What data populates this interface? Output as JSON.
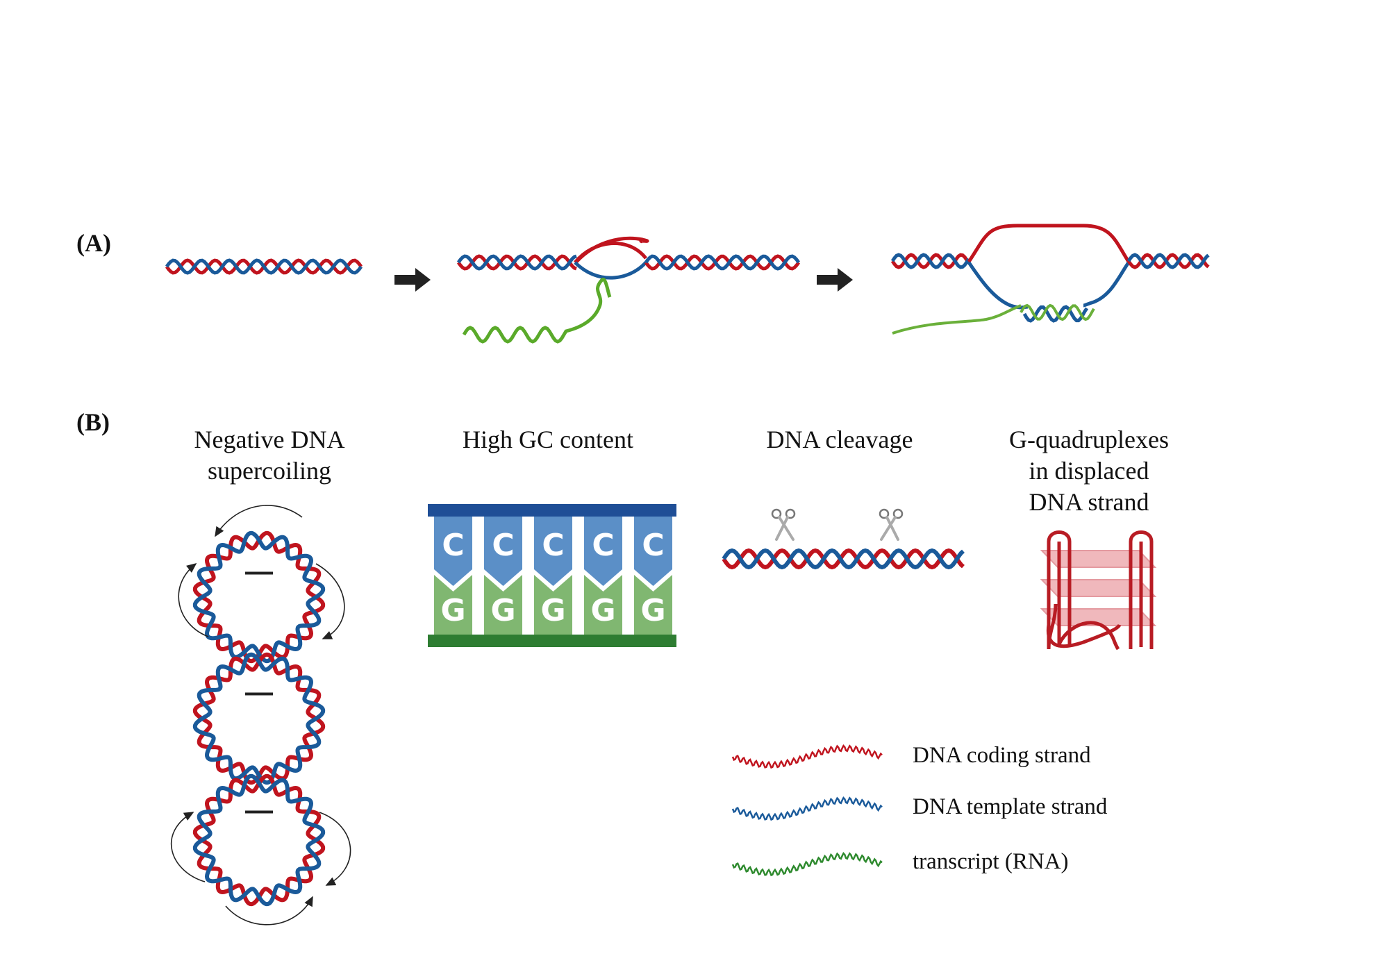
{
  "panels": {
    "a": {
      "label": "(A)"
    },
    "b": {
      "label": "(B)"
    }
  },
  "titles": {
    "supercoiling": {
      "line1": "Negative DNA",
      "line2": "supercoiling"
    },
    "gc": {
      "line1": "High GC content"
    },
    "cleavage": {
      "line1": "DNA cleavage"
    },
    "quadruplex": {
      "line1": "G-quadruplexes",
      "line2": "in displaced",
      "line3": "DNA strand"
    }
  },
  "gc_blocks": {
    "top_letters": [
      "C",
      "C",
      "C",
      "C",
      "C"
    ],
    "bottom_letters": [
      "G",
      "G",
      "G",
      "G",
      "G"
    ]
  },
  "supercoil_marks": [
    "—",
    "—",
    "—"
  ],
  "legend": {
    "items": [
      {
        "label": "DNA coding strand",
        "color": "#c0141e"
      },
      {
        "label": "DNA template strand",
        "color": "#1a5a9a"
      },
      {
        "label": "transcript (RNA)",
        "color": "#3a8a1a"
      }
    ]
  },
  "colors": {
    "coding": "#c0141e",
    "template": "#1a5a9a",
    "rna": "#5aaa2a",
    "arrow": "#222222",
    "c_block": "#5b8fc7",
    "c_bar": "#1f4e96",
    "g_block": "#80b771",
    "g_bar": "#2e7d32",
    "quad_plate": "#f0b8bc"
  },
  "icons": {
    "arrows": "right-arrow-icon",
    "scissors": "scissors-icon"
  }
}
